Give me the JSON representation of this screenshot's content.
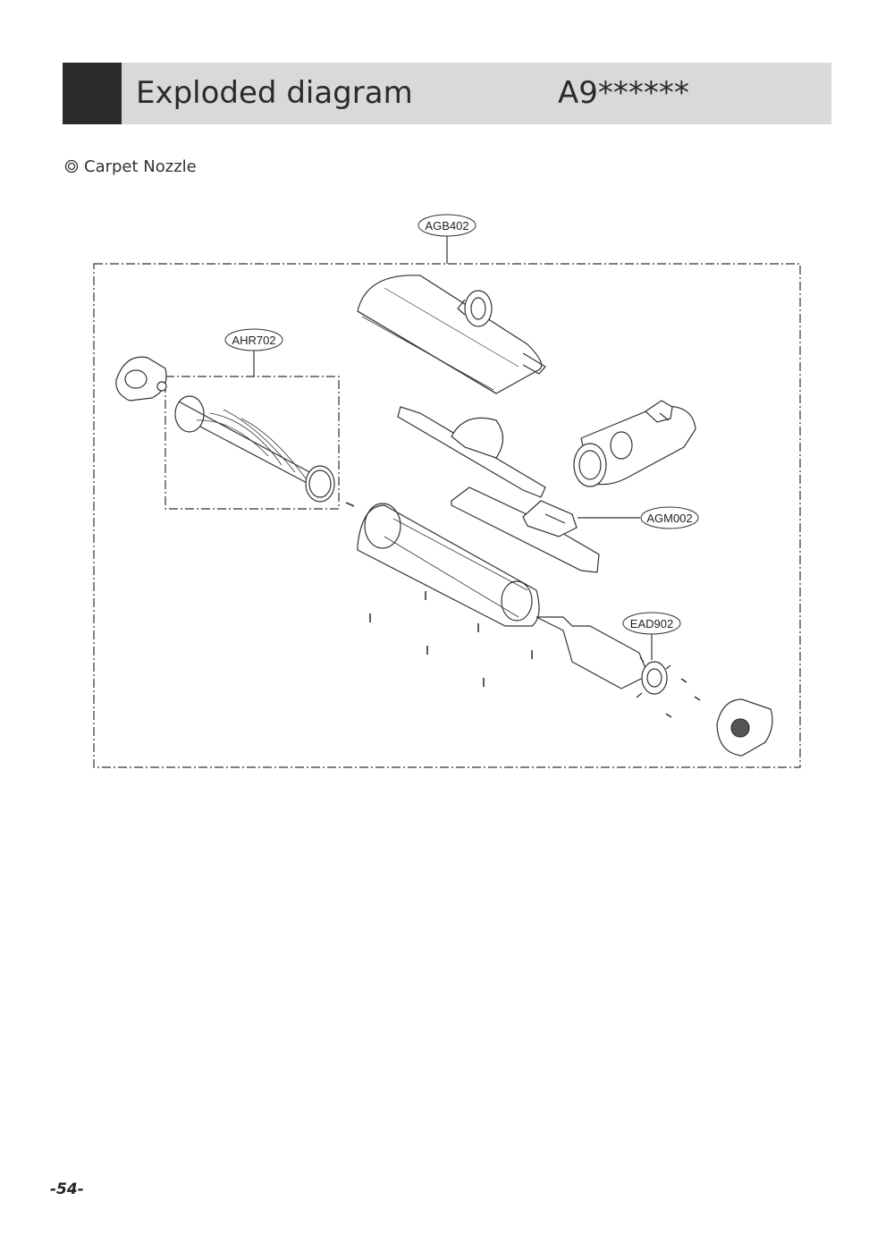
{
  "header": {
    "title": "Exploded diagram",
    "model": "A9******"
  },
  "section": {
    "bullet_icon": "double-circle-icon",
    "title": "Carpet Nozzle"
  },
  "callouts": [
    {
      "id": "agb402",
      "label": "AGB402"
    },
    {
      "id": "ahr702",
      "label": "AHR702"
    },
    {
      "id": "agm002",
      "label": "AGM002"
    },
    {
      "id": "ead902",
      "label": "EAD902"
    }
  ],
  "footer": {
    "page_number": "-54-"
  }
}
